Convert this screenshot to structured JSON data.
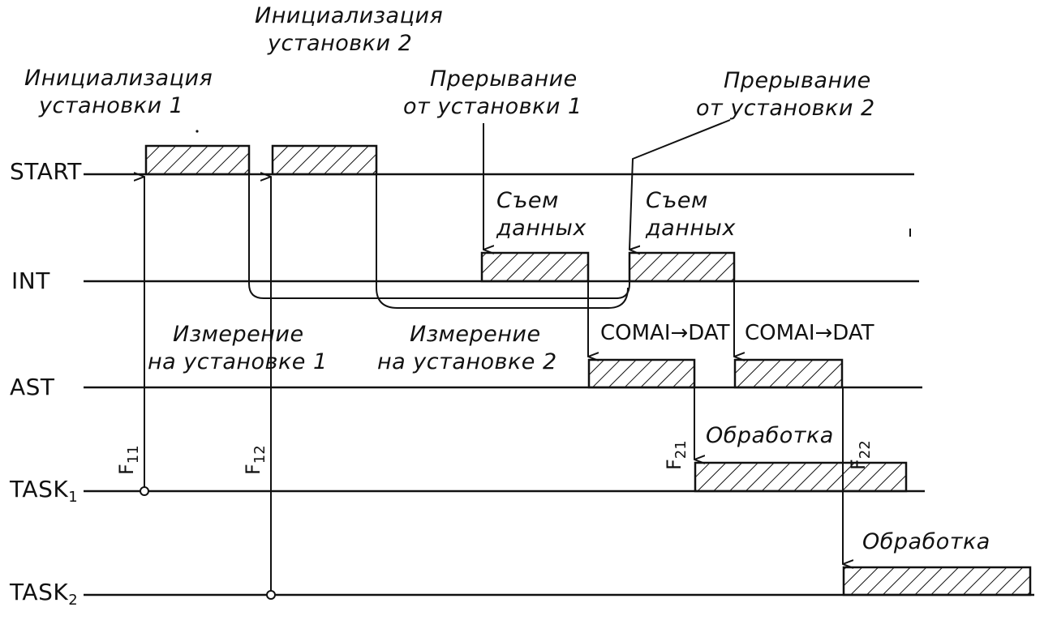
{
  "rows": {
    "start": "START",
    "int": "INT",
    "ast": "AST",
    "task1": "TASK",
    "task1_sub": "1",
    "task2": "TASK",
    "task2_sub": "2"
  },
  "annotations": {
    "init1_line1": "Инициализация",
    "init1_line2": "установки 1",
    "init2_line1": "Инициализация",
    "init2_line2": "установки 2",
    "irq1_line1": "Прерывание",
    "irq1_line2": "от установки 1",
    "irq2_line1": "Прерывание",
    "irq2_line2": "от установки 2",
    "read1_line1": "Съем",
    "read1_line2": "данных",
    "read2_line1": "Съем",
    "read2_line2": "данных",
    "meas1_line1": "Измерение",
    "meas1_line2": "на установке 1",
    "meas2_line1": "Измерение",
    "meas2_line2": "на установке 2",
    "copy1": "COMAI→DAT",
    "copy2": "COMAI→DAT",
    "proc1": "Обработка",
    "proc2": "Обработка"
  },
  "flags": {
    "f11": "F",
    "f11_sub": "11",
    "f12": "F",
    "f12_sub": "12",
    "f21": "F",
    "f21_sub": "21",
    "f22": "F",
    "f22_sub": "22"
  },
  "colors": {
    "ink": "#111111",
    "paper": "#ffffff"
  }
}
